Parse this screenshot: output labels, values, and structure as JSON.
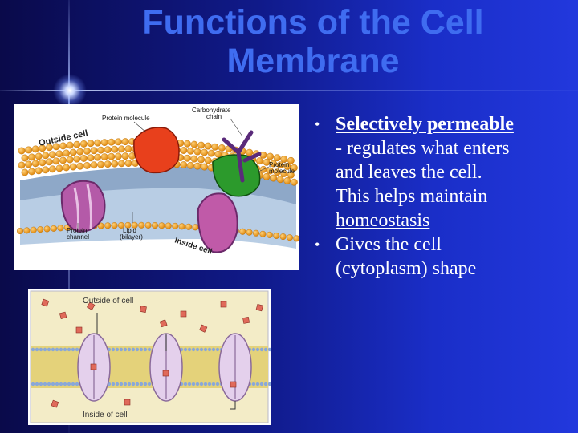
{
  "slide": {
    "title_line1": "Functions of the Cell",
    "title_line2": "Membrane"
  },
  "diagram1": {
    "labels": {
      "carbohydrate": "Carbohydrate",
      "chain": "chain",
      "protein_molecule_top": "Protein molecule",
      "outside_cell": "Outside cell",
      "protein_molecule_right_1": "Protein",
      "protein_molecule_right_2": "molecule",
      "protein_channel_1": "Protein",
      "protein_channel_2": "channel",
      "lipid_1": "Lipid",
      "lipid_2": "(bilayer)",
      "inside_cell": "Inside cell"
    }
  },
  "diagram2": {
    "outside": "Outside of cell",
    "inside": "Inside of cell"
  },
  "bullets": {
    "b1_bold": "Selectively permeable",
    "b1_line2": "- regulates what enters",
    "b1_line3": "and leaves the cell.",
    "b1_line4": "This helps maintain",
    "b1_line5": "homeostasis",
    "b2_line1": "Gives the cell",
    "b2_line2": "(cytoplasm) shape",
    "marker": "•"
  },
  "colors": {
    "title": "#3f6cf0",
    "lipid_head": "#f5a020",
    "protein_red": "#e8401c",
    "protein_green": "#2c9a2c",
    "protein_purple": "#b05aa8",
    "molecule": "#e06a5a"
  }
}
